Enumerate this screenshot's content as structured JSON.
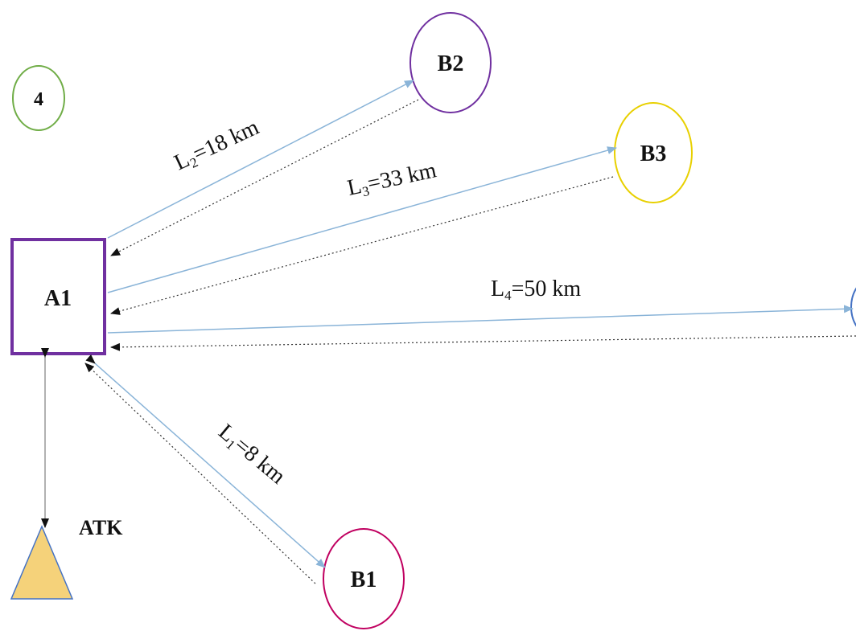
{
  "nodes": {
    "a1": {
      "label": "A1",
      "color": "#7030a0"
    },
    "b1": {
      "label": "B1",
      "color": "#c00060"
    },
    "b2": {
      "label": "B2",
      "color": "#7030a0"
    },
    "b3": {
      "label": "B3",
      "color": "#e8d000"
    },
    "b4": {
      "label": "4",
      "color": "#70ad47"
    },
    "atk": {
      "label": "ATK",
      "fill": "#f5d27a",
      "stroke": "#4472c4"
    }
  },
  "links": {
    "l1": {
      "name": "L",
      "sub": "1",
      "value": "=8 km"
    },
    "l2": {
      "name": "L",
      "sub": "2",
      "value": "=18 km"
    },
    "l3": {
      "name": "L",
      "sub": "3",
      "value": "=33 km"
    },
    "l4": {
      "name": "L",
      "sub": "4",
      "value": "=50 km"
    }
  },
  "colors": {
    "forward": "#8ab4d8",
    "return": "#333333",
    "vertical": "#999999"
  }
}
